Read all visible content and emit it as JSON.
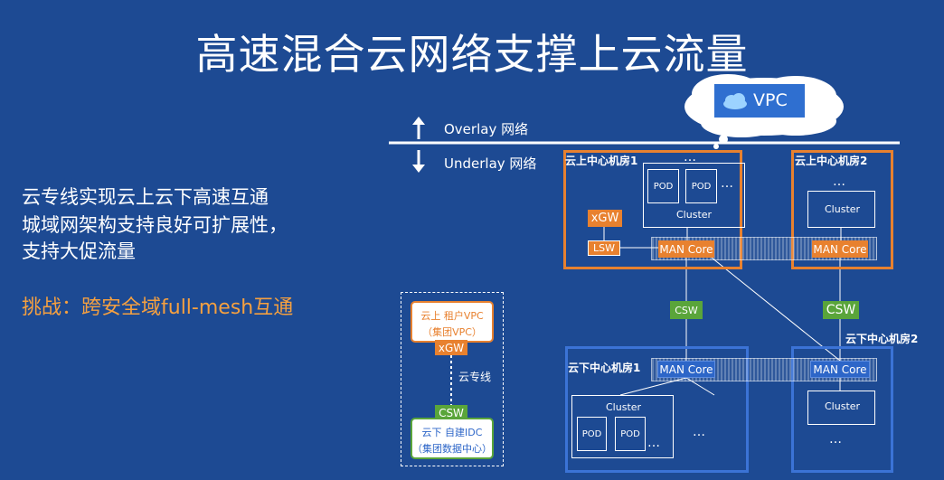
{
  "title": "高速混合云网络支撑上云流量",
  "bullets": [
    "云专线实现云上云下高速互通",
    "城域网架构支持良好可扩展性，",
    "支持大促流量"
  ],
  "challenge": "挑战：跨安全域full-mesh互通",
  "layers": {
    "overlay": "Overlay 网络",
    "underlay": "Underlay 网络"
  },
  "vpc_label": "VPC",
  "rooms": {
    "up1": "云上中心机房1",
    "up2": "云上中心机房2",
    "down1": "云下中心机房1",
    "down2": "云下中心机房2"
  },
  "nodes": {
    "xgw": "xGW",
    "lsw": "LSW",
    "man_core": "MAN Core",
    "csw": "CSW",
    "cluster": "Cluster",
    "pod": "POD",
    "ellipsis": "…"
  },
  "legend": {
    "vpc_line1": "云上 租户VPC",
    "vpc_line2": "（集团VPC）",
    "xgw": "xGW",
    "link": "云专线",
    "csw": "CSW",
    "idc_line1": "云下 自建IDC",
    "idc_line2": "（集团数据中心）"
  },
  "colors": {
    "background": "#1d4a93",
    "orange": "#e8812f",
    "green": "#5aa53a",
    "blue": "#2d66c8",
    "challenge": "#f5a040"
  }
}
